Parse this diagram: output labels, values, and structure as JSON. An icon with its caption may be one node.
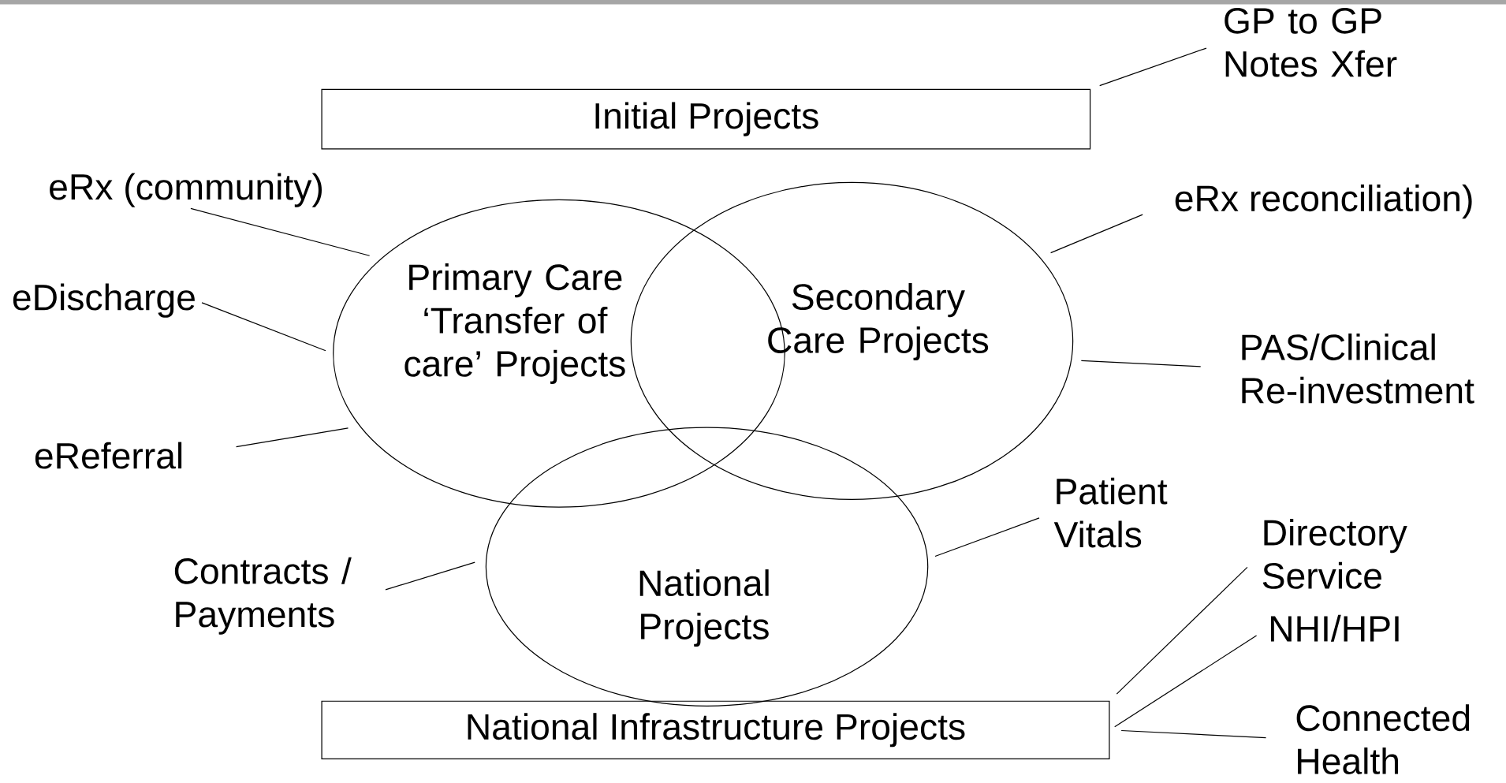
{
  "diagram": {
    "nodes": [
      {
        "text": [
          "GP to GP Notes Xfer"
        ]
      },
      {
        "text": [
          "Initial Projects"
        ]
      },
      {
        "text": [
          "eRx (community)"
        ]
      },
      {
        "text": [
          "eRx reconciliation)"
        ]
      },
      {
        "text": [
          "Primary Care ‘Transfer of care’ Projects"
        ]
      },
      {
        "text": [
          "Secondary Care Projects"
        ]
      },
      {
        "text": [
          "eDischarge"
        ]
      },
      {
        "text": [
          "PAS/Clinical Re-investment"
        ]
      },
      {
        "text": [
          "eReferral"
        ]
      },
      {
        "text": [
          "Patient Vitals"
        ]
      },
      {
        "text": [
          "Directory Service"
        ]
      },
      {
        "text": [
          "Contracts / Payments"
        ]
      },
      {
        "text": [
          "National Projects"
        ]
      },
      {
        "text": [
          "NHI/HPI"
        ]
      },
      {
        "text": [
          "National Infrastructure Projects"
        ]
      },
      {
        "text": [
          "Connected Health"
        ]
      }
    ],
    "edges": [
      {
        "from": 0,
        "to": 1,
        "arrow": "none"
      },
      {
        "from": 2,
        "to": 4,
        "arrow": "none"
      },
      {
        "from": 6,
        "to": 4,
        "arrow": "none"
      },
      {
        "from": 8,
        "to": 4,
        "arrow": "none"
      },
      {
        "from": 3,
        "to": 5,
        "arrow": "none"
      },
      {
        "from": 7,
        "to": 5,
        "arrow": "none"
      },
      {
        "from": 9,
        "to": 12,
        "arrow": "none"
      },
      {
        "from": 11,
        "to": 12,
        "arrow": "none"
      },
      {
        "from": 10,
        "to": 14,
        "arrow": "none"
      },
      {
        "from": 13,
        "to": 14,
        "arrow": "none"
      },
      {
        "from": 15,
        "to": 14,
        "arrow": "none"
      }
    ]
  }
}
